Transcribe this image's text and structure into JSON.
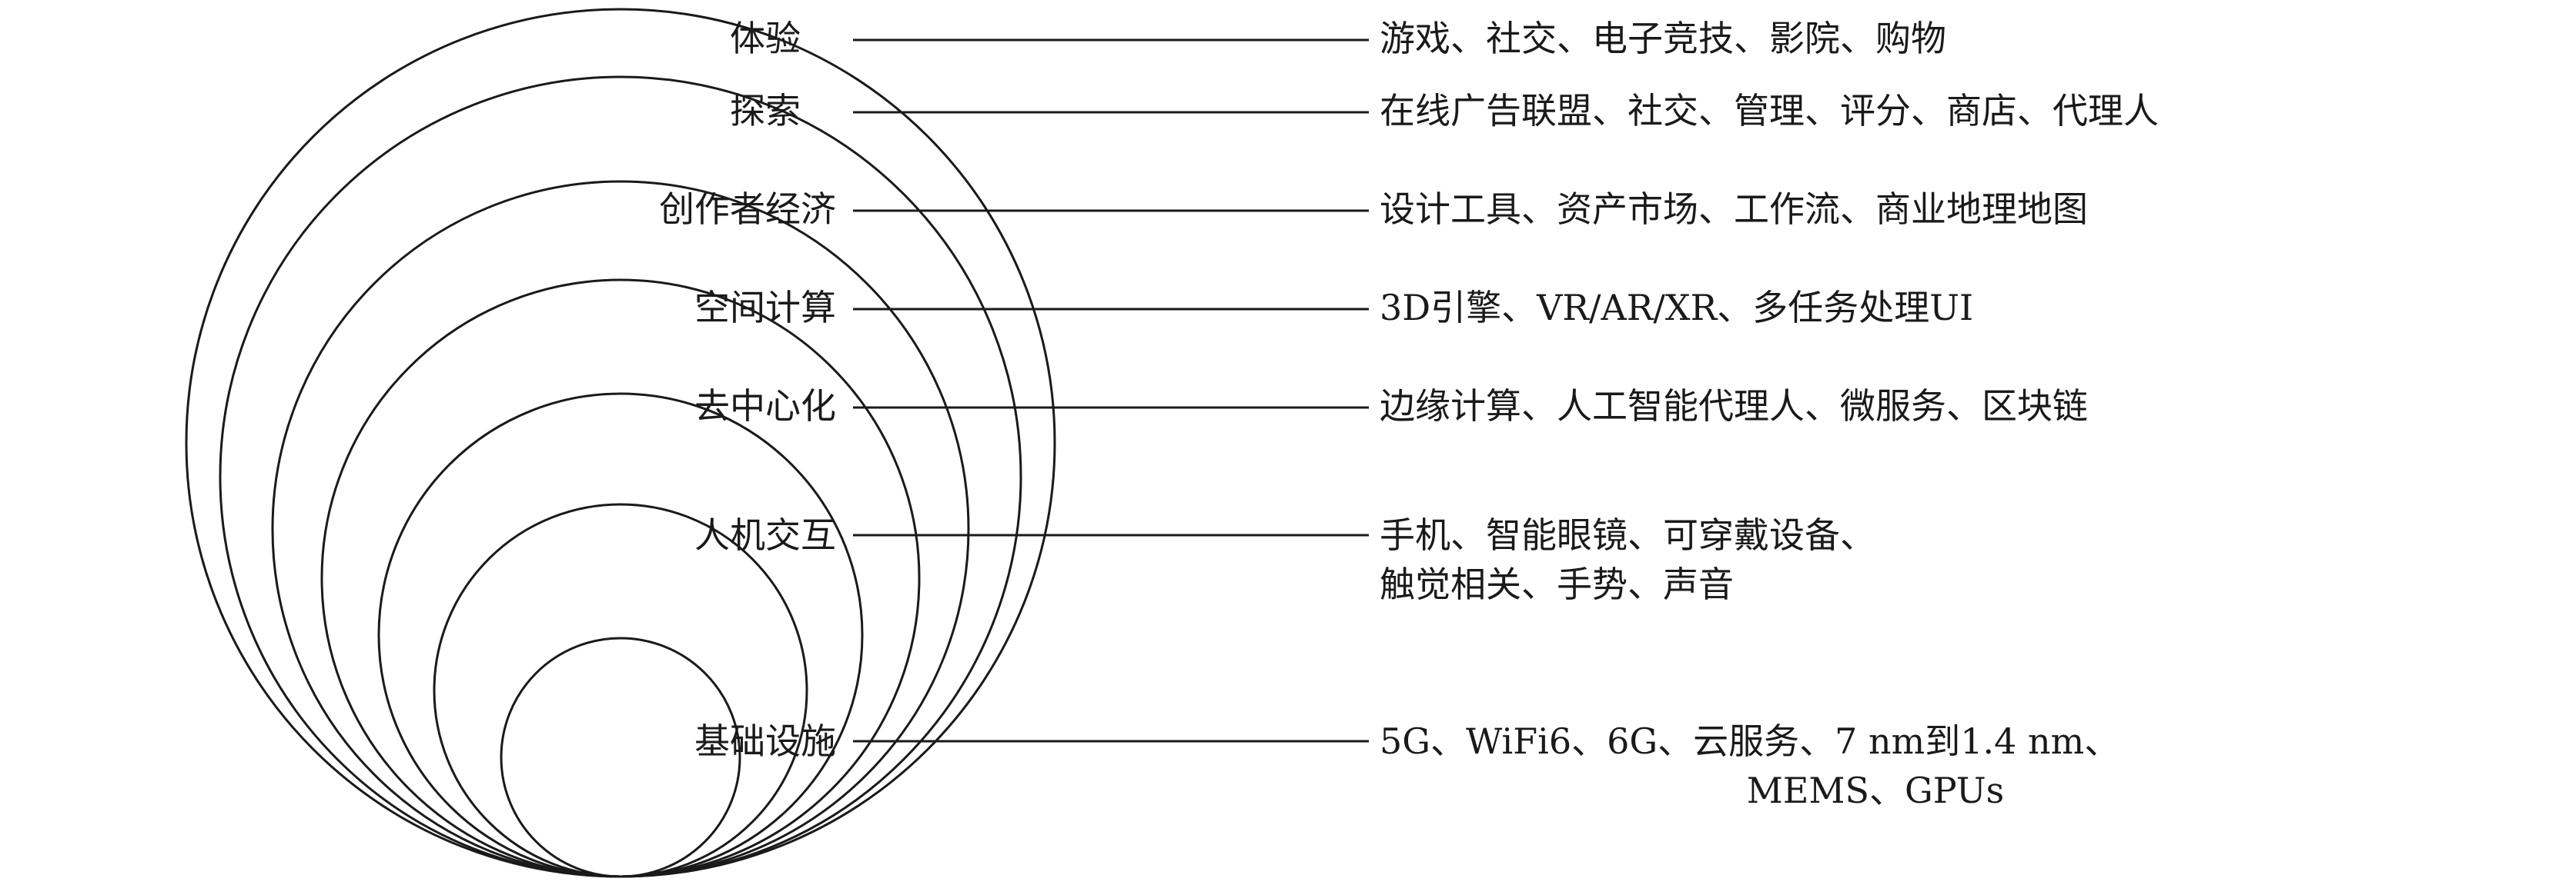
{
  "layers": [
    {
      "label": "体验",
      "description": [
        "游戏、社交、电子竞技、影院、购物"
      ]
    },
    {
      "label": "探索",
      "description": [
        "在线广告联盟、社交、管理、评分、商店、代理人"
      ]
    },
    {
      "label": "创作者经济",
      "description": [
        "设计工具、资产市场、工作流、商业地理地图"
      ]
    },
    {
      "label": "空间计算",
      "description": [
        "3D引擎、VR/AR/XR、多任务处理UI"
      ]
    },
    {
      "label": "去中心化",
      "description": [
        "边缘计算、人工智能代理人、微服务、区块链"
      ]
    },
    {
      "label": "人机交互",
      "description": [
        "手机、智能眼镜、可穿戴设备、",
        "触觉相关、手势、声音"
      ]
    },
    {
      "label": "基础设施",
      "description": [
        "5G、WiFi6、6G、云服务、7 nm到1.4 nm、",
        "MEMS、GPUs"
      ]
    }
  ]
}
